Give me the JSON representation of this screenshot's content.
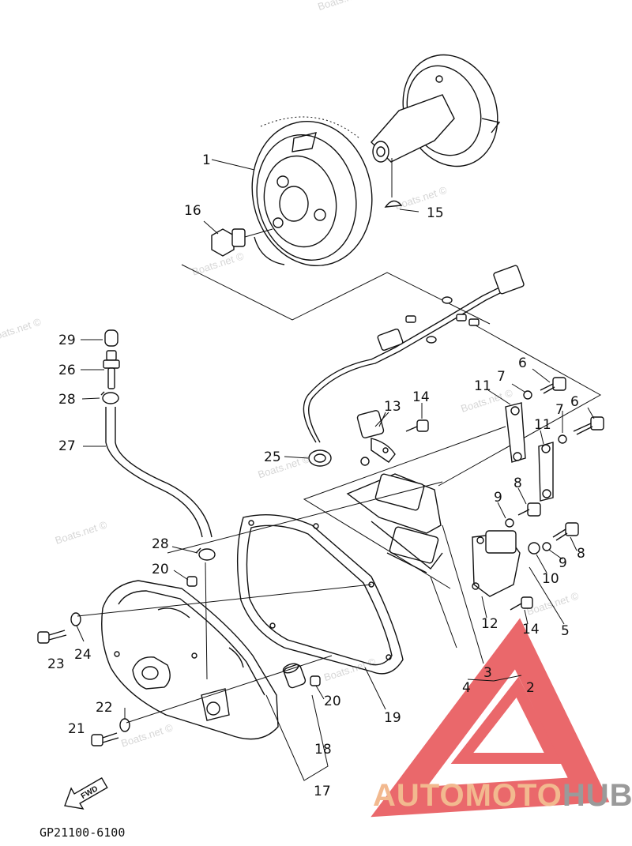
{
  "diagram": {
    "drawing_code": "GP21100-6100",
    "direction_label": "FWD",
    "callouts": {
      "c1": "1",
      "c2": "2",
      "c3": "3",
      "c4": "4",
      "c5": "5",
      "c6a": "6",
      "c6b": "6",
      "c7a": "7",
      "c7b": "7",
      "c8a": "8",
      "c8b": "8",
      "c9a": "9",
      "c9b": "9",
      "c10": "10",
      "c11a": "11",
      "c11b": "11",
      "c12": "12",
      "c13": "13",
      "c14a": "14",
      "c14b": "14",
      "c15": "15",
      "c16": "16",
      "c17": "17",
      "c18": "18",
      "c19": "19",
      "c20a": "20",
      "c20b": "20",
      "c21": "21",
      "c22": "22",
      "c23": "23",
      "c24": "24",
      "c25": "25",
      "c26": "26",
      "c27": "27",
      "c28a": "28",
      "c28b": "28",
      "c29": "29"
    }
  },
  "watermark": {
    "text": "Boats.net ©"
  },
  "brand": {
    "part1": "AUTO",
    "part2": "MOTO",
    "part3": "HUB",
    "color_auto": "#f2b98f",
    "color_moto": "#f2b98f",
    "color_hub": "#9a9a9a",
    "logo_color": "#e8585c"
  }
}
